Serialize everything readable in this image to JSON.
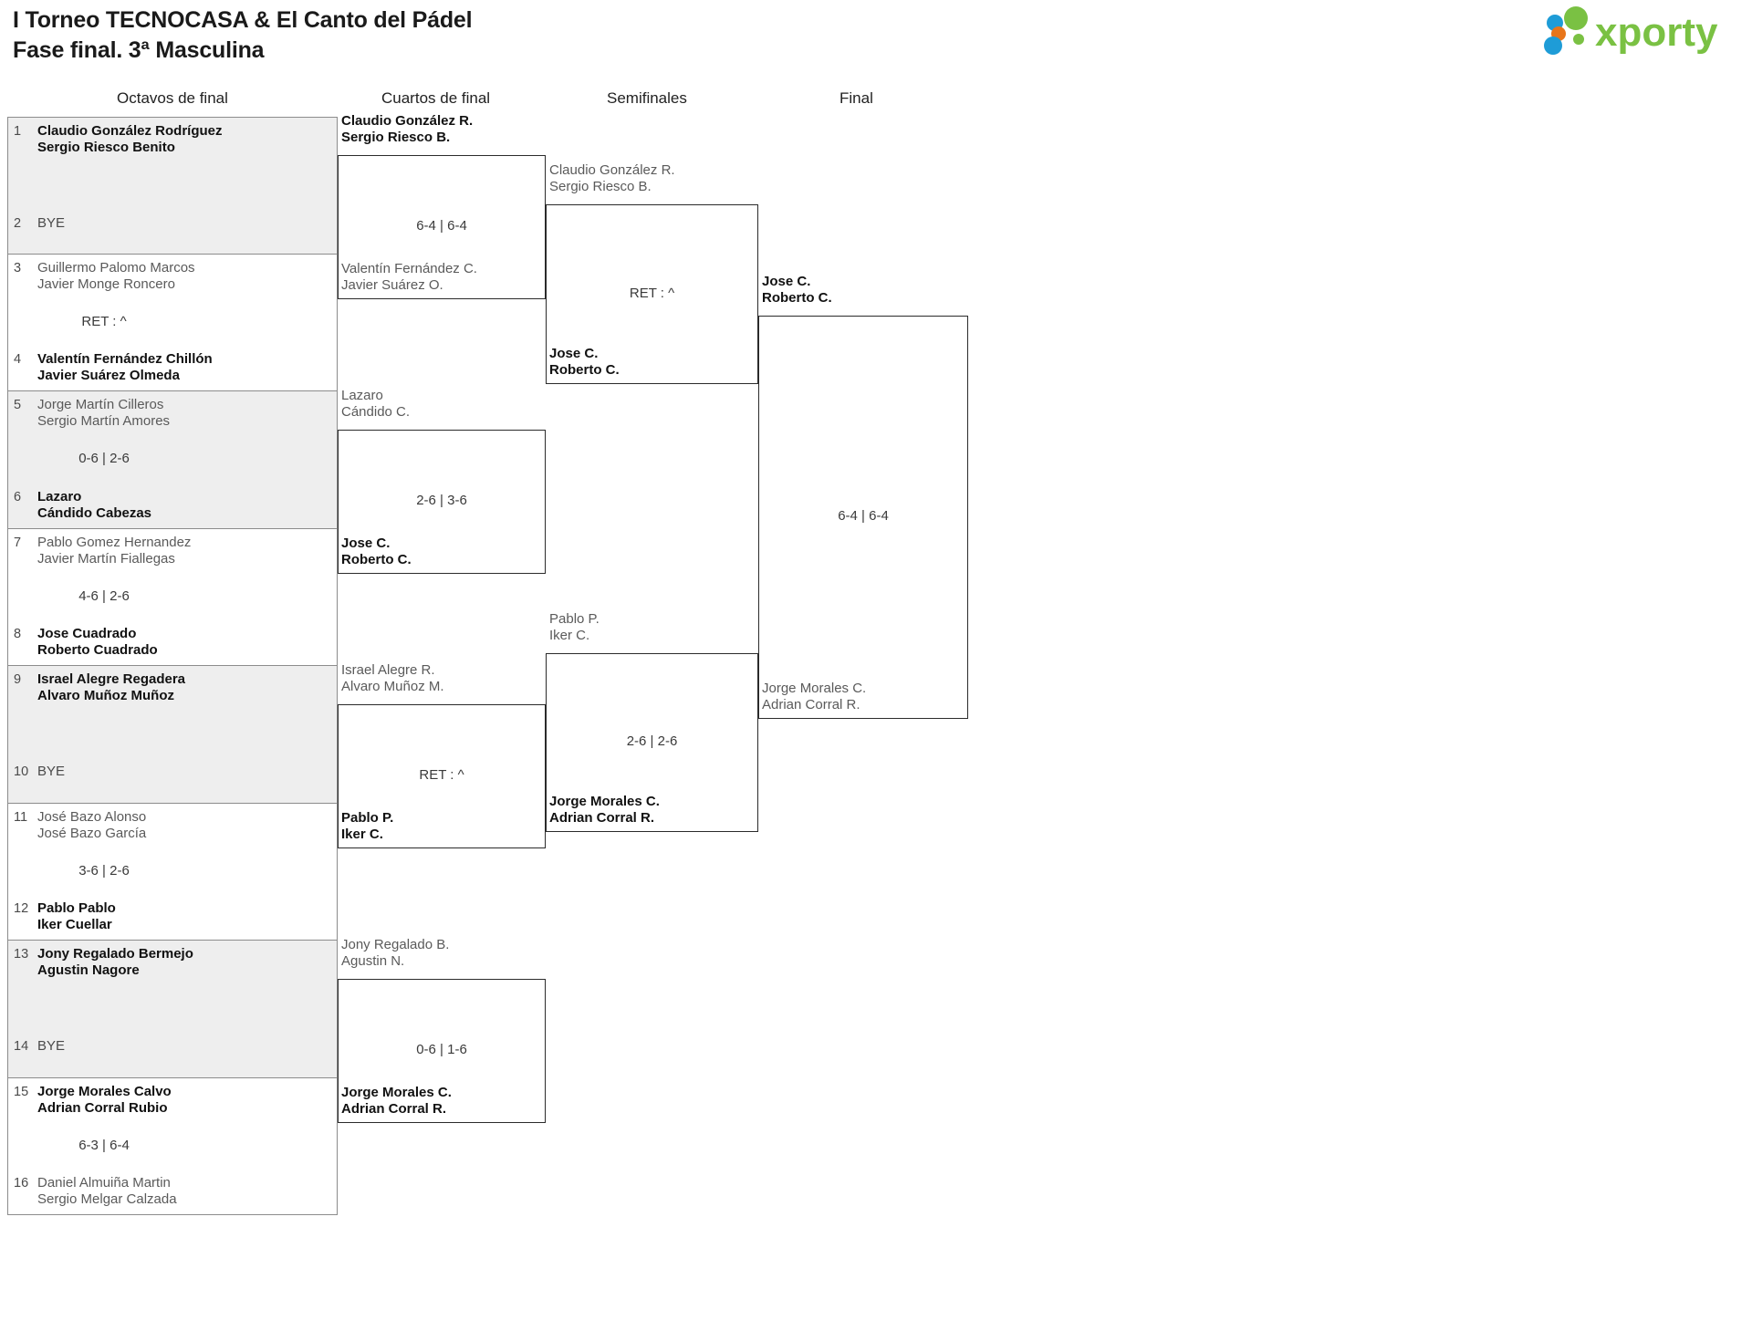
{
  "header": {
    "title_line1": "I Torneo TECNOCASA & El Canto del Pádel",
    "title_line2": "Fase final. 3ª Masculina",
    "logo_text": "xporty",
    "logo_colors": {
      "blue": "#1e9cd7",
      "orange": "#e8751a",
      "green": "#7ac143"
    }
  },
  "rounds": [
    {
      "id": "r16",
      "label": "Octavos de final"
    },
    {
      "id": "qf",
      "label": "Cuartos de final"
    },
    {
      "id": "sf",
      "label": "Semifinales"
    },
    {
      "id": "f",
      "label": "Final"
    }
  ],
  "round1": [
    {
      "shaded": true,
      "top": {
        "seed": "1",
        "line1": "Claudio González Rodríguez",
        "line2": "Sergio Riesco Benito",
        "status": "win",
        "bye": false
      },
      "bottom": {
        "seed": "2",
        "line1": "BYE",
        "line2": "",
        "status": "bye",
        "bye": true
      },
      "score": ""
    },
    {
      "shaded": false,
      "top": {
        "seed": "3",
        "line1": "Guillermo Palomo Marcos",
        "line2": "Javier Monge Roncero",
        "status": "lose",
        "bye": false
      },
      "bottom": {
        "seed": "4",
        "line1": "Valentín Fernández Chillón",
        "line2": "Javier Suárez Olmeda",
        "status": "win",
        "bye": false
      },
      "score": "RET : ^"
    },
    {
      "shaded": true,
      "top": {
        "seed": "5",
        "line1": "Jorge Martín Cilleros",
        "line2": "Sergio Martín Amores",
        "status": "lose",
        "bye": false
      },
      "bottom": {
        "seed": "6",
        "line1": "Lazaro",
        "line2": "Cándido Cabezas",
        "status": "win",
        "bye": false
      },
      "score": "0-6 | 2-6"
    },
    {
      "shaded": false,
      "top": {
        "seed": "7",
        "line1": "Pablo Gomez Hernandez",
        "line2": "Javier Martín Fiallegas",
        "status": "lose",
        "bye": false
      },
      "bottom": {
        "seed": "8",
        "line1": "Jose Cuadrado",
        "line2": "Roberto Cuadrado",
        "status": "win",
        "bye": false
      },
      "score": "4-6 | 2-6"
    },
    {
      "shaded": true,
      "top": {
        "seed": "9",
        "line1": "Israel Alegre Regadera",
        "line2": "Alvaro Muñoz Muñoz",
        "status": "win",
        "bye": false
      },
      "bottom": {
        "seed": "10",
        "line1": "BYE",
        "line2": "",
        "status": "bye",
        "bye": true
      },
      "score": ""
    },
    {
      "shaded": false,
      "top": {
        "seed": "11",
        "line1": "José Bazo Alonso",
        "line2": "José Bazo García",
        "status": "lose",
        "bye": false
      },
      "bottom": {
        "seed": "12",
        "line1": "Pablo Pablo",
        "line2": "Iker Cuellar",
        "status": "win",
        "bye": false
      },
      "score": "3-6 | 2-6"
    },
    {
      "shaded": true,
      "top": {
        "seed": "13",
        "line1": "Jony Regalado Bermejo",
        "line2": "Agustin Nagore",
        "status": "win",
        "bye": false
      },
      "bottom": {
        "seed": "14",
        "line1": "BYE",
        "line2": "",
        "status": "bye",
        "bye": true
      },
      "score": ""
    },
    {
      "shaded": false,
      "top": {
        "seed": "15",
        "line1": "Jorge Morales Calvo",
        "line2": "Adrian Corral Rubio",
        "status": "win",
        "bye": false
      },
      "bottom": {
        "seed": "16",
        "line1": "Daniel Almuiña Martin",
        "line2": "Sergio Melgar Calzada",
        "status": "lose",
        "bye": false
      },
      "score": "6-3 | 6-4"
    }
  ],
  "quarterfinals": [
    {
      "top": {
        "line1": "Claudio González R.",
        "line2": "Sergio Riesco B.",
        "status": "win"
      },
      "bottom": {
        "line1": "Valentín Fernández C.",
        "line2": "Javier Suárez O.",
        "status": "lose"
      },
      "score": "6-4 | 6-4"
    },
    {
      "top": {
        "line1": "Lazaro",
        "line2": "Cándido C.",
        "status": "lose"
      },
      "bottom": {
        "line1": "Jose C.",
        "line2": "Roberto C.",
        "status": "win"
      },
      "score": "2-6 | 3-6"
    },
    {
      "top": {
        "line1": "Israel Alegre R.",
        "line2": "Alvaro Muñoz M.",
        "status": "lose"
      },
      "bottom": {
        "line1": "Pablo P.",
        "line2": "Iker C.",
        "status": "win"
      },
      "score": "RET : ^"
    },
    {
      "top": {
        "line1": "Jony Regalado B.",
        "line2": "Agustin N.",
        "status": "lose"
      },
      "bottom": {
        "line1": "Jorge Morales C.",
        "line2": "Adrian Corral R.",
        "status": "win"
      },
      "score": "0-6 | 1-6"
    }
  ],
  "semifinals": [
    {
      "top": {
        "line1": "Claudio González R.",
        "line2": "Sergio Riesco B.",
        "status": "lose"
      },
      "bottom": {
        "line1": "Jose C.",
        "line2": "Roberto C.",
        "status": "win"
      },
      "score": "RET : ^"
    },
    {
      "top": {
        "line1": "Pablo P.",
        "line2": "Iker C.",
        "status": "lose"
      },
      "bottom": {
        "line1": "Jorge Morales C.",
        "line2": "Adrian Corral R.",
        "status": "win"
      },
      "score": "2-6 | 2-6"
    }
  ],
  "final": {
    "top": {
      "line1": "Jose C.",
      "line2": "Roberto C.",
      "status": "win"
    },
    "bottom": {
      "line1": "Jorge Morales C.",
      "line2": "Adrian Corral R.",
      "status": "lose"
    },
    "score": "6-4 | 6-4"
  }
}
